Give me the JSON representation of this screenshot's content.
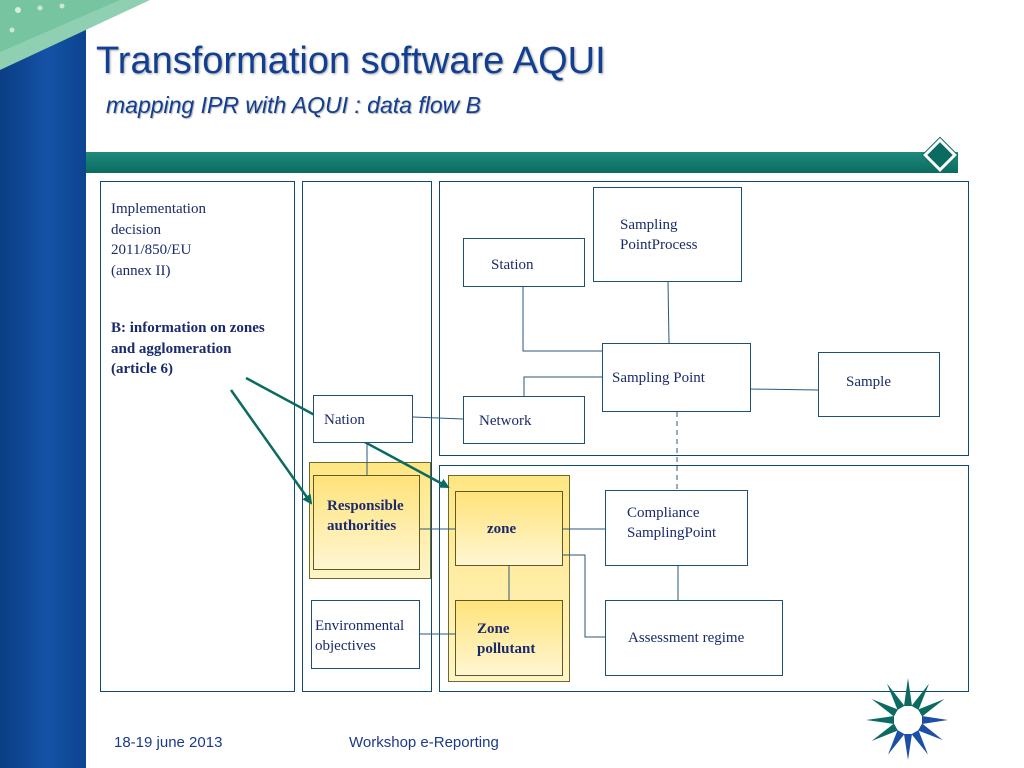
{
  "slide": {
    "title": "Transformation software AQUI",
    "subtitle": "mapping IPR with AQUI : data flow B"
  },
  "left_text": {
    "lines": [
      "Implementation",
      "decision",
      "2011/850/EU",
      "(annex II)"
    ],
    "bold_lines": [
      "B: information on zones",
      "and agglomeration",
      "(article 6)"
    ]
  },
  "boxes": {
    "station": "Station",
    "sampling_point_process_1": "Sampling",
    "sampling_point_process_2": "PointProcess",
    "sampling_point": "Sampling Point",
    "sample": "Sample",
    "network": "Network",
    "nation": "Nation",
    "responsible_authorities_1": "Responsible",
    "responsible_authorities_2": "authorities",
    "zone": "zone",
    "compliance_1": "Compliance",
    "compliance_2": "SamplingPoint",
    "environmental_objectives_1": "Environmental",
    "environmental_objectives_2": "objectives",
    "zone_pollutant_1": "Zone",
    "zone_pollutant_2": "pollutant",
    "assessment_regime": "Assessment regime"
  },
  "footer": {
    "date": "18-19 june 2013",
    "event": "Workshop e-Reporting"
  },
  "colors": {
    "title": "#123f93",
    "band": "#0b6b60",
    "arrow": "#0b6b60",
    "highlight": "#ffe37a"
  },
  "icons": {
    "corner": "eu-stars-corner-icon",
    "logo": "eea-swirl-logo-icon"
  }
}
